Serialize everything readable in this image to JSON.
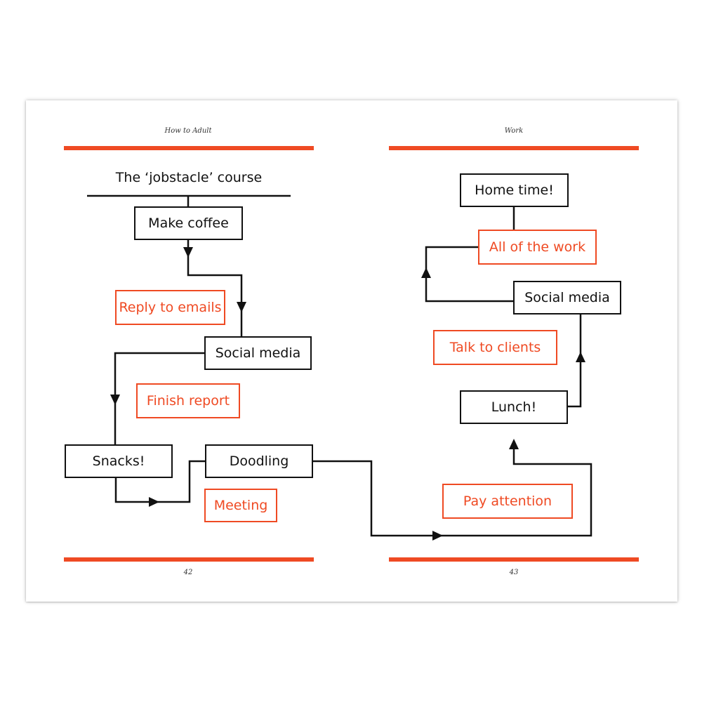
{
  "colors": {
    "accent": "#ef4a23",
    "ink": "#111111"
  },
  "left_page": {
    "running_head": "How to Adult",
    "folio": "42",
    "title": "The ‘jobstacle’ course",
    "boxes": {
      "make_coffee": "Make coffee",
      "reply_to_emails": "Reply to emails",
      "social_media": "Social media",
      "finish_report": "Finish report",
      "snacks": "Snacks!",
      "doodling": "Doodling",
      "meeting": "Meeting"
    }
  },
  "right_page": {
    "running_head": "Work",
    "folio": "43",
    "boxes": {
      "home_time": "Home time!",
      "all_of_the_work": "All of the work",
      "social_media": "Social media",
      "talk_to_clients": "Talk to clients",
      "lunch": "Lunch!",
      "pay_attention": "Pay attention"
    }
  }
}
